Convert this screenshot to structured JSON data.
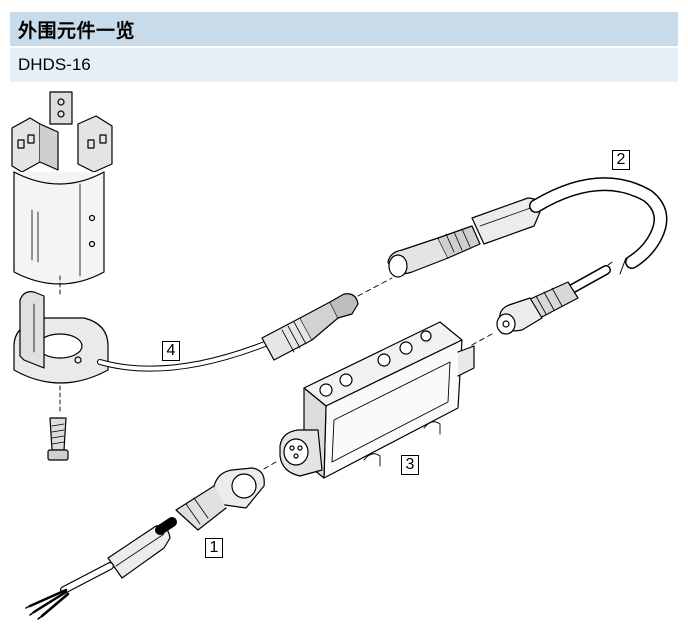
{
  "header": {
    "title": "外围元件一览",
    "model": "DHDS-16"
  },
  "callouts": [
    "1",
    "2",
    "3",
    "4"
  ]
}
